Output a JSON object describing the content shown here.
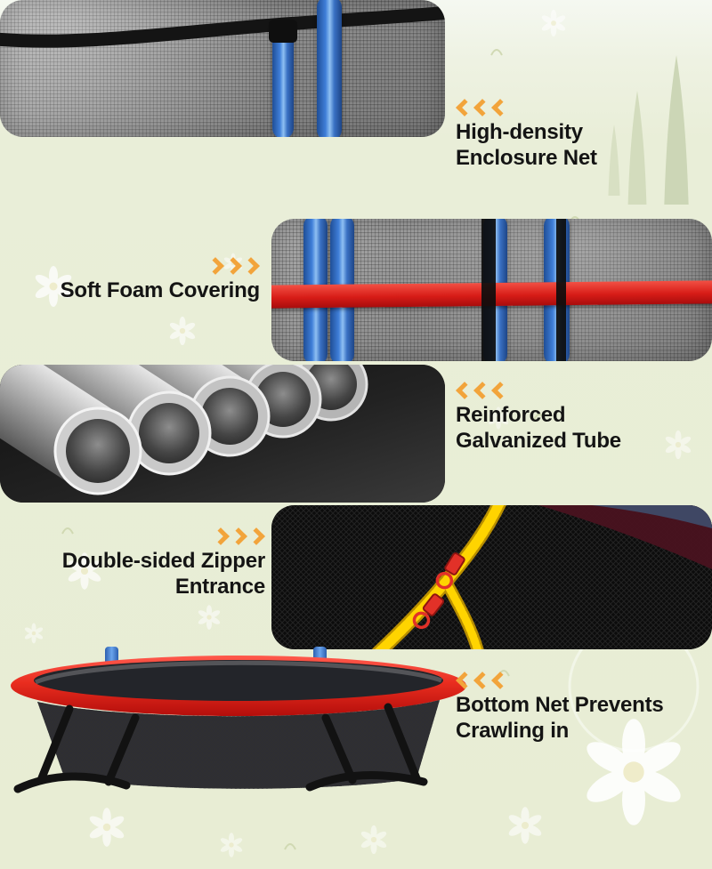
{
  "page": {
    "type": "product-feature-infographic",
    "background_color": "#EAEEDA"
  },
  "features": [
    {
      "name": "high-density-enclosure-net",
      "arrow_direction": "left",
      "lines": [
        "High-density",
        "Enclosure Net"
      ]
    },
    {
      "name": "soft-foam-covering",
      "arrow_direction": "right",
      "lines": [
        "Soft Foam Covering"
      ]
    },
    {
      "name": "reinforced-galvanized-tube",
      "arrow_direction": "left",
      "lines": [
        "Reinforced",
        "Galvanized Tube"
      ]
    },
    {
      "name": "double-sided-zipper-entrance",
      "arrow_direction": "right",
      "lines": [
        "Double-sided Zipper",
        "Entrance"
      ]
    },
    {
      "name": "bottom-net-prevents-crawling-in",
      "arrow_direction": "left",
      "lines": [
        "Bottom Net Prevents",
        "Crawling in"
      ]
    }
  ],
  "colors": {
    "arrow": "#F2A43B",
    "text": "#141414",
    "pole_blue": "#3A76C9",
    "band_red": "#D81E1E",
    "zipper_yellow": "#F6C800",
    "zipper_pull_red": "#E23128",
    "frame_pad_red": "#E5261B"
  }
}
